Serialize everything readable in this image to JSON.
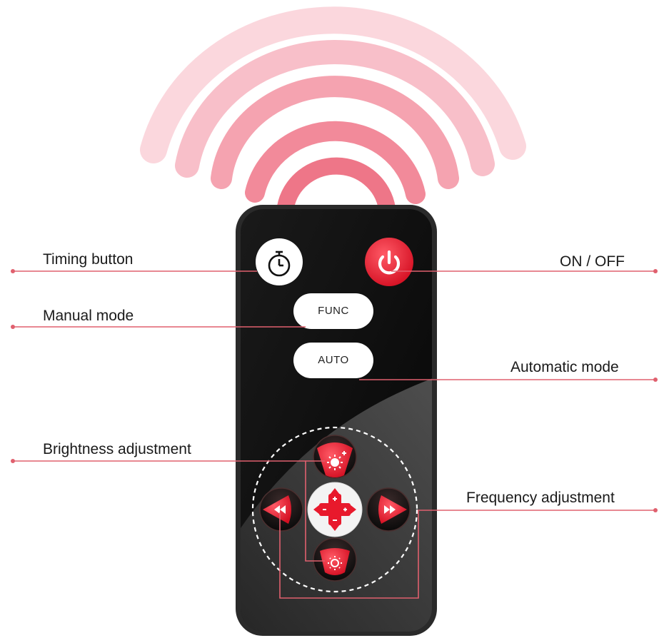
{
  "labels": {
    "timing": "Timing button",
    "manual": "Manual mode",
    "brightness": "Brightness adjustment",
    "on_off": "ON / OFF",
    "automatic": "Automatic mode",
    "frequency": "Frequency adjustment"
  },
  "remote": {
    "func_label": "FUNC",
    "auto_label": "AUTO"
  },
  "icons": {
    "timer": "stopwatch-icon",
    "power": "power-icon",
    "brightness_up": "sun-up-icon",
    "brightness_down": "sun-down-icon",
    "rewind": "rewind-icon",
    "fast_forward": "fast-forward-icon",
    "center": "plus-minus-cross-icon"
  },
  "colors": {
    "accent": "#e8192c",
    "leader_line": "#e0606e",
    "remote_body": "#0d0d0d",
    "wave": "#f5a8b4"
  }
}
